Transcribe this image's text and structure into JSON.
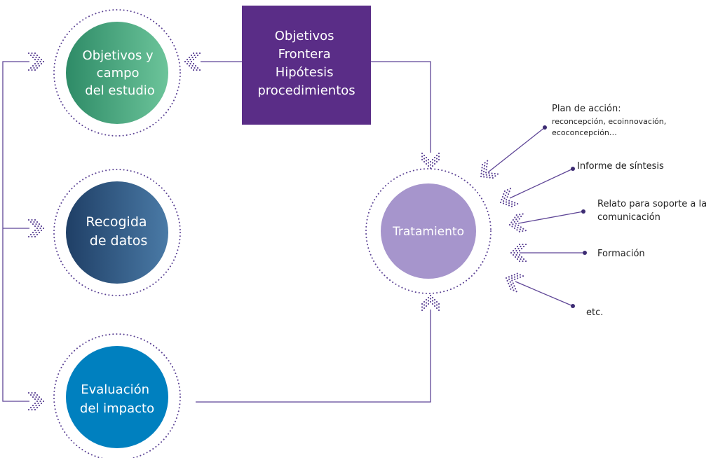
{
  "colors": {
    "connector": "#5e4596",
    "ring": "#5e4596",
    "dot": "#3d2c73",
    "box": "#5a2d87",
    "objetivos_from": "#2e8b67",
    "objetivos_to": "#6cc49a",
    "recogida_from": "#1f3f66",
    "recogida_to": "#4a7aa6",
    "evaluacion": "#0080bf",
    "tratamiento": "#a695cc",
    "output_text": "#222222"
  },
  "nodes": {
    "objetivos": {
      "line1": "Objetivos y",
      "line2": "campo",
      "line3": "del estudio"
    },
    "recogida": {
      "line1": "Recogida",
      "line2": "de datos"
    },
    "evaluacion": {
      "line1": "Evaluación",
      "line2": "del impacto"
    },
    "tratamiento": {
      "label": "Tratamiento"
    }
  },
  "box": {
    "line1": "Objetivos",
    "line2": "Frontera",
    "line3": "Hipótesis",
    "line4": "procedimientos"
  },
  "outputs": {
    "plan": {
      "line1": "Plan de acción:",
      "line2": "reconcepción, ecoinnovación,",
      "line3": "ecoconcepción…"
    },
    "informe": {
      "label": "Informe de síntesis"
    },
    "relato": {
      "line1": "Relato para soporte a la",
      "line2": "comunicación"
    },
    "formacion": {
      "label": "Formación"
    },
    "etc": {
      "label": "etc."
    }
  }
}
